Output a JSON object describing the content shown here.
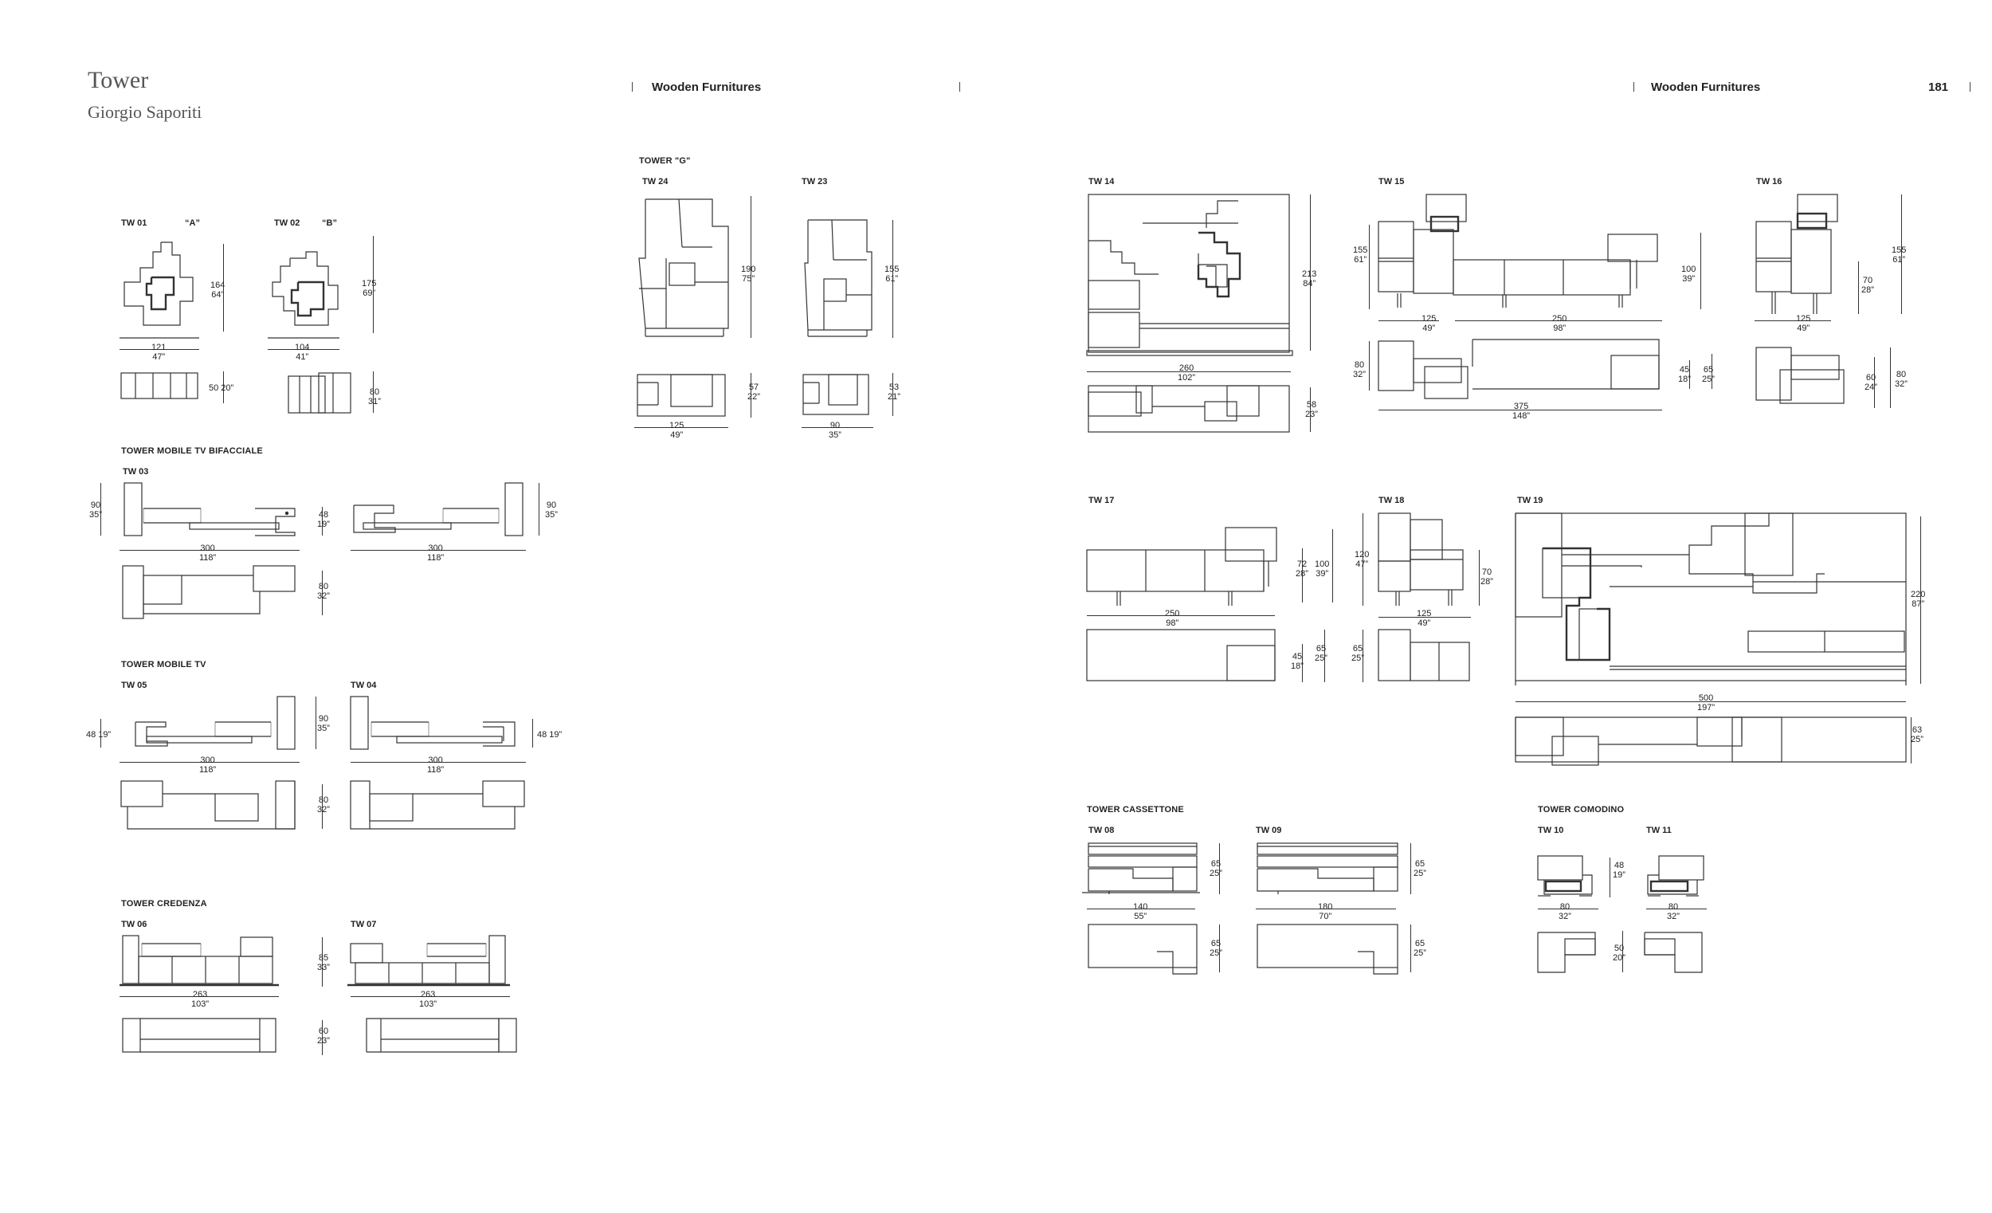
{
  "left_page": {
    "title": "Tower",
    "subtitle": "Giorgio Saporiti",
    "section_header": "Wooden Furnitures"
  },
  "right_page": {
    "section_header": "Wooden Furnitures",
    "page_number": "181"
  },
  "groups": {
    "tower_g": "TOWER \"G\"",
    "mobile_tv_bifacciale": "TOWER MOBILE TV  BIFACCIALE",
    "mobile_tv": "TOWER MOBILE TV",
    "credenza": "TOWER CREDENZA",
    "cassettone": "TOWER CASSETTONE",
    "comodino": "TOWER COMODINO"
  },
  "codes": {
    "tw01": "TW 01",
    "tw01_tag": "“A”",
    "tw02": "TW 02",
    "tw02_tag": "“B”",
    "tw03": "TW 03",
    "tw04": "TW 04",
    "tw05": "TW 05",
    "tw06": "TW 06",
    "tw07": "TW 07",
    "tw08": "TW 08",
    "tw09": "TW 09",
    "tw10": "TW 10",
    "tw11": "TW 11",
    "tw14": "TW 14",
    "tw15": "TW 15",
    "tw16": "TW 16",
    "tw17": "TW 17",
    "tw18": "TW 18",
    "tw19": "TW 19",
    "tw23": "TW 23",
    "tw24": "TW 24"
  },
  "dims": {
    "tw01_h": "164",
    "tw01_h_in": "64”",
    "tw01_w": "121",
    "tw01_w_in": "47”",
    "tw01_d": "50 20”",
    "tw02_h": "175",
    "tw02_h_in": "69”",
    "tw02_w": "104",
    "tw02_w_in": "41”",
    "tw02_d": "80",
    "tw02_d_in": "31”",
    "tw03_h": "90",
    "tw03_h_in": "35”",
    "tw03_w": "300",
    "tw03_w_in": "118”",
    "tw03_m": "48",
    "tw03_m_in": "19”",
    "tw03_d": "80",
    "tw03_d_in": "32”",
    "tw03b_w": "300",
    "tw03b_w_in": "118”",
    "tw03b_h": "90",
    "tw03b_h_in": "35”",
    "tw05_l": "48 19”",
    "tw05_w": "300",
    "tw05_w_in": "118”",
    "tw05_h": "90",
    "tw05_h_in": "35”",
    "tw05_d": "80",
    "tw05_d_in": "32”",
    "tw04_w": "300",
    "tw04_w_in": "118”",
    "tw04_r": "48 19”",
    "tw06_w": "263",
    "tw06_w_in": "103”",
    "tw06_h": "85",
    "tw06_h_in": "33”",
    "tw06_d": "60",
    "tw06_d_in": "23”",
    "tw07_w": "263",
    "tw07_w_in": "103”",
    "tw24_h": "190",
    "tw24_h_in": "75”",
    "tw24_d": "57",
    "tw24_d_in": "22”",
    "tw24_w": "125",
    "tw24_w_in": "49”",
    "tw23_h": "155",
    "tw23_h_in": "61”",
    "tw23_d": "53",
    "tw23_d_in": "21”",
    "tw23_w": "90",
    "tw23_w_in": "35”",
    "tw14_h": "213",
    "tw14_h_in": "84”",
    "tw14_w": "260",
    "tw14_w_in": "102”",
    "tw14_d": "58",
    "tw14_d_in": "23”",
    "tw15_h": "155",
    "tw15_h_in": "61”",
    "tw15_h2": "100",
    "tw15_h2_in": "39”",
    "tw15_w1": "125",
    "tw15_w1_in": "49”",
    "tw15_w2": "250",
    "tw15_w2_in": "98”",
    "tw15_d": "80",
    "tw15_d_in": "32”",
    "tw15_d2": "45",
    "tw15_d2_in": "18”",
    "tw15_d3": "65",
    "tw15_d3_in": "25”",
    "tw15_w3": "375",
    "tw15_w3_in": "148”",
    "tw16_h": "155",
    "tw16_h_in": "61”",
    "tw16_m": "70",
    "tw16_m_in": "28”",
    "tw16_w": "125",
    "tw16_w_in": "49”",
    "tw16_d1": "60",
    "tw16_d1_in": "24”",
    "tw16_d2": "80",
    "tw16_d2_in": "32”",
    "tw17_h1": "72",
    "tw17_h1_in": "28”",
    "tw17_h2": "100",
    "tw17_h2_in": "39”",
    "tw17_w": "250",
    "tw17_w_in": "98”",
    "tw17_d1": "45",
    "tw17_d1_in": "18”",
    "tw17_d2": "65",
    "tw17_d2_in": "25”",
    "tw18_h": "120",
    "tw18_h_in": "47”",
    "tw18_m": "70",
    "tw18_m_in": "28”",
    "tw18_w": "125",
    "tw18_w_in": "49”",
    "tw18_d": "65",
    "tw18_d_in": "25”",
    "tw19_h": "220",
    "tw19_h_in": "87”",
    "tw19_w": "500",
    "tw19_w_in": "197”",
    "tw19_d": "63",
    "tw19_d_in": "25”",
    "tw08_h": "65",
    "tw08_h_in": "25”",
    "tw08_w": "140",
    "tw08_w_in": "55”",
    "tw08_d": "65",
    "tw08_d_in": "25”",
    "tw09_h": "65",
    "tw09_h_in": "25”",
    "tw09_w": "180",
    "tw09_w_in": "70”",
    "tw09_d": "65",
    "tw09_d_in": "25”",
    "tw10_w": "80",
    "tw10_w_in": "32”",
    "tw10_h": "48",
    "tw10_h_in": "19”",
    "tw10_d": "50",
    "tw10_d_in": "20”",
    "tw11_w": "80",
    "tw11_w_in": "32”"
  }
}
